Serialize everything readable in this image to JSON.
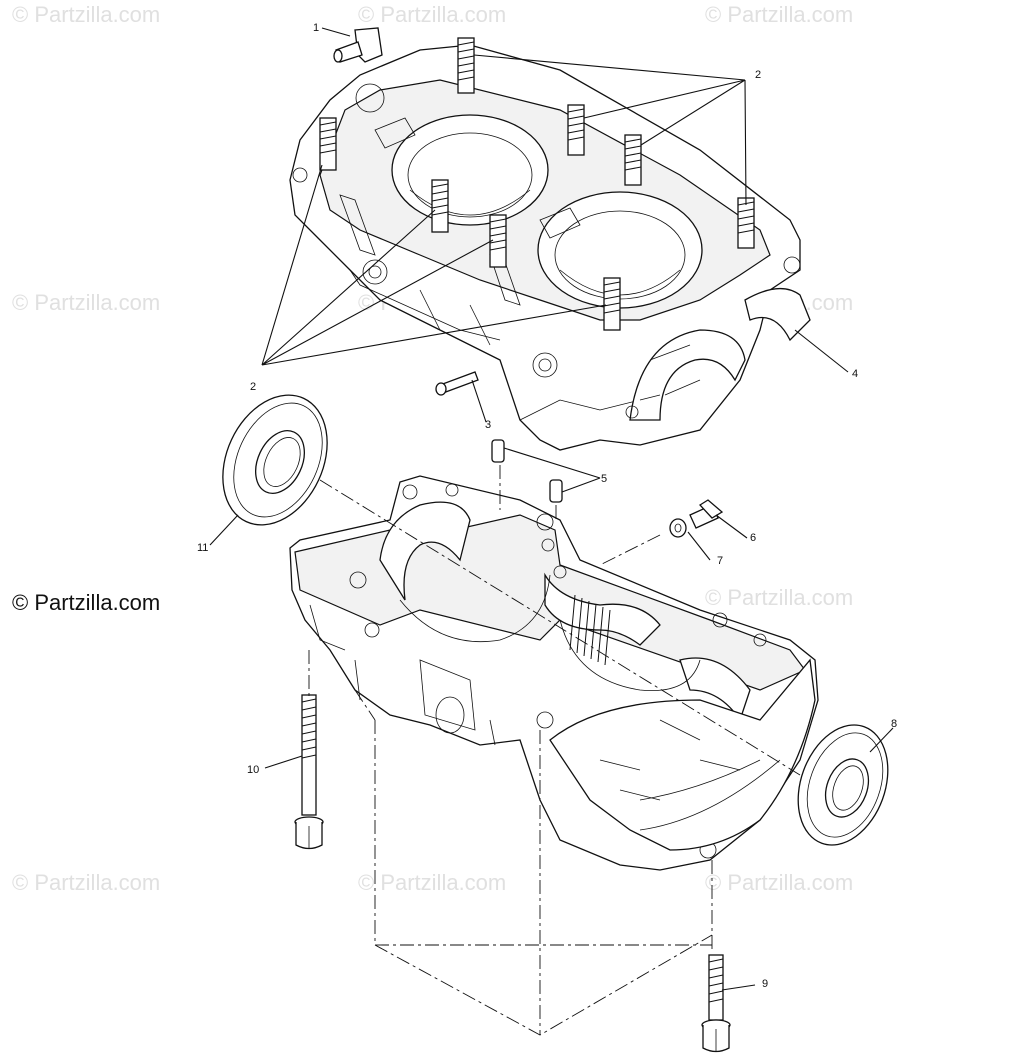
{
  "watermark": {
    "text": "© Partzilla.com",
    "main_text": "© Partzilla.com"
  },
  "callouts": [
    {
      "id": "1",
      "label": "1"
    },
    {
      "id": "2a",
      "label": "2"
    },
    {
      "id": "2b",
      "label": "2"
    },
    {
      "id": "3",
      "label": "3"
    },
    {
      "id": "4",
      "label": "4"
    },
    {
      "id": "5",
      "label": "5"
    },
    {
      "id": "6",
      "label": "6"
    },
    {
      "id": "7",
      "label": "7"
    },
    {
      "id": "8",
      "label": "8"
    },
    {
      "id": "9",
      "label": "9"
    },
    {
      "id": "10",
      "label": "10"
    },
    {
      "id": "11",
      "label": "11"
    }
  ],
  "colors": {
    "line": "#111111",
    "watermark": "#e0e0e0",
    "background": "#ffffff"
  }
}
